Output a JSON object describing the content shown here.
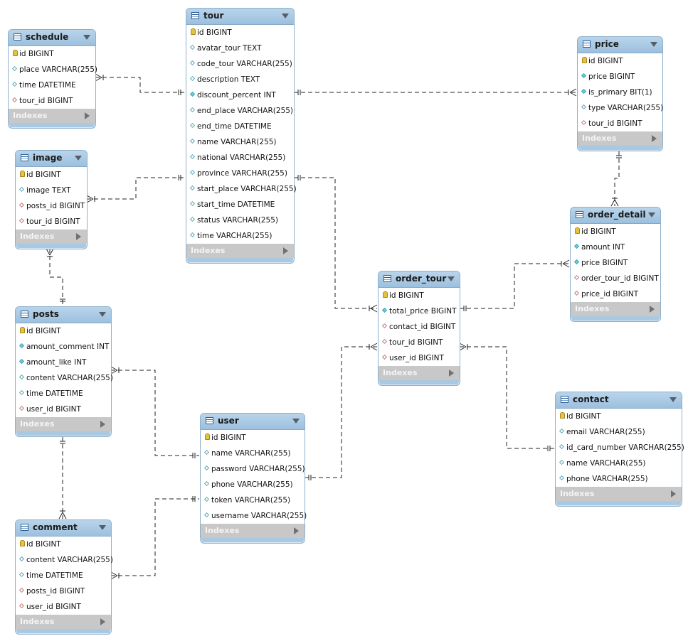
{
  "tables": [
    {
      "id": "schedule",
      "name": "schedule",
      "indexes_label": "Indexes",
      "columns": [
        {
          "text": "id BIGINT",
          "kind": "pk"
        },
        {
          "text": "place VARCHAR(255)",
          "kind": "col"
        },
        {
          "text": "time DATETIME",
          "kind": "col"
        },
        {
          "text": "tour_id BIGINT",
          "kind": "fk"
        }
      ]
    },
    {
      "id": "tour",
      "name": "tour",
      "indexes_label": "Indexes",
      "columns": [
        {
          "text": "id BIGINT",
          "kind": "pk"
        },
        {
          "text": "avatar_tour TEXT",
          "kind": "col"
        },
        {
          "text": "code_tour VARCHAR(255)",
          "kind": "col"
        },
        {
          "text": "description TEXT",
          "kind": "col"
        },
        {
          "text": "discount_percent INT",
          "kind": "nn"
        },
        {
          "text": "end_place VARCHAR(255)",
          "kind": "col"
        },
        {
          "text": "end_time DATETIME",
          "kind": "col"
        },
        {
          "text": "name VARCHAR(255)",
          "kind": "col"
        },
        {
          "text": "national VARCHAR(255)",
          "kind": "col"
        },
        {
          "text": "province VARCHAR(255)",
          "kind": "col"
        },
        {
          "text": "start_place VARCHAR(255)",
          "kind": "col"
        },
        {
          "text": "start_time DATETIME",
          "kind": "col"
        },
        {
          "text": "status VARCHAR(255)",
          "kind": "col"
        },
        {
          "text": "time VARCHAR(255)",
          "kind": "col"
        }
      ]
    },
    {
      "id": "price",
      "name": "price",
      "indexes_label": "Indexes",
      "columns": [
        {
          "text": "id BIGINT",
          "kind": "pk"
        },
        {
          "text": "price BIGINT",
          "kind": "nn"
        },
        {
          "text": "is_primary BIT(1)",
          "kind": "nn"
        },
        {
          "text": "type VARCHAR(255)",
          "kind": "col"
        },
        {
          "text": "tour_id BIGINT",
          "kind": "fk"
        }
      ]
    },
    {
      "id": "image",
      "name": "image",
      "indexes_label": "Indexes",
      "columns": [
        {
          "text": "id BIGINT",
          "kind": "pk"
        },
        {
          "text": "image TEXT",
          "kind": "col"
        },
        {
          "text": "posts_id BIGINT",
          "kind": "fk"
        },
        {
          "text": "tour_id BIGINT",
          "kind": "fk"
        }
      ]
    },
    {
      "id": "order_detail",
      "name": "order_detail",
      "indexes_label": "Indexes",
      "columns": [
        {
          "text": "id BIGINT",
          "kind": "pk"
        },
        {
          "text": "amount INT",
          "kind": "nn"
        },
        {
          "text": "price BIGINT",
          "kind": "nn"
        },
        {
          "text": "order_tour_id BIGINT",
          "kind": "fk"
        },
        {
          "text": "price_id BIGINT",
          "kind": "fk"
        }
      ]
    },
    {
      "id": "order_tour",
      "name": "order_tour",
      "indexes_label": "Indexes",
      "columns": [
        {
          "text": "id BIGINT",
          "kind": "pk"
        },
        {
          "text": "total_price BIGINT",
          "kind": "nn"
        },
        {
          "text": "contact_id BIGINT",
          "kind": "fk"
        },
        {
          "text": "tour_id BIGINT",
          "kind": "fk"
        },
        {
          "text": "user_id BIGINT",
          "kind": "fk"
        }
      ]
    },
    {
      "id": "posts",
      "name": "posts",
      "indexes_label": "Indexes",
      "columns": [
        {
          "text": "id BIGINT",
          "kind": "pk"
        },
        {
          "text": "amount_comment INT",
          "kind": "nn"
        },
        {
          "text": "amount_like INT",
          "kind": "nn"
        },
        {
          "text": "content VARCHAR(255)",
          "kind": "col"
        },
        {
          "text": "time DATETIME",
          "kind": "col"
        },
        {
          "text": "user_id BIGINT",
          "kind": "fk"
        }
      ]
    },
    {
      "id": "user",
      "name": "user",
      "indexes_label": "Indexes",
      "columns": [
        {
          "text": "id BIGINT",
          "kind": "pk"
        },
        {
          "text": "name VARCHAR(255)",
          "kind": "col"
        },
        {
          "text": "password VARCHAR(255)",
          "kind": "col"
        },
        {
          "text": "phone VARCHAR(255)",
          "kind": "col"
        },
        {
          "text": "token VARCHAR(255)",
          "kind": "col"
        },
        {
          "text": "username VARCHAR(255)",
          "kind": "col"
        }
      ]
    },
    {
      "id": "contact",
      "name": "contact",
      "indexes_label": "Indexes",
      "columns": [
        {
          "text": "id BIGINT",
          "kind": "pk"
        },
        {
          "text": "email VARCHAR(255)",
          "kind": "col"
        },
        {
          "text": "id_card_number VARCHAR(255)",
          "kind": "col"
        },
        {
          "text": "name VARCHAR(255)",
          "kind": "col"
        },
        {
          "text": "phone VARCHAR(255)",
          "kind": "col"
        }
      ]
    },
    {
      "id": "comment",
      "name": "comment",
      "indexes_label": "Indexes",
      "columns": [
        {
          "text": "id BIGINT",
          "kind": "pk"
        },
        {
          "text": "content VARCHAR(255)",
          "kind": "col"
        },
        {
          "text": "time DATETIME",
          "kind": "col"
        },
        {
          "text": "posts_id BIGINT",
          "kind": "fk"
        },
        {
          "text": "user_id BIGINT",
          "kind": "fk"
        }
      ]
    }
  ],
  "relationships": [
    {
      "id": "schedule-tour",
      "from": "schedule",
      "to": "tour",
      "from_end": "many",
      "to_end": "one"
    },
    {
      "id": "tour-price",
      "from": "tour",
      "to": "price",
      "from_end": "one",
      "to_end": "many"
    },
    {
      "id": "image-tour",
      "from": "image",
      "to": "tour",
      "from_end": "many",
      "to_end": "one"
    },
    {
      "id": "tour-order_tour",
      "from": "tour",
      "to": "order_tour",
      "from_end": "one",
      "to_end": "many"
    },
    {
      "id": "price-order_detail",
      "from": "price",
      "to": "order_detail",
      "from_end": "one",
      "to_end": "many"
    },
    {
      "id": "order_tour-order_detail",
      "from": "order_tour",
      "to": "order_detail",
      "from_end": "one",
      "to_end": "many"
    },
    {
      "id": "image-posts",
      "from": "image",
      "to": "posts",
      "from_end": "many",
      "to_end": "one"
    },
    {
      "id": "posts-user",
      "from": "posts",
      "to": "user",
      "from_end": "many",
      "to_end": "one"
    },
    {
      "id": "user-order_tour",
      "from": "user",
      "to": "order_tour",
      "from_end": "one",
      "to_end": "many"
    },
    {
      "id": "order_tour-contact",
      "from": "order_tour",
      "to": "contact",
      "from_end": "many",
      "to_end": "one"
    },
    {
      "id": "posts-comment",
      "from": "posts",
      "to": "comment",
      "from_end": "one",
      "to_end": "many"
    },
    {
      "id": "comment-user",
      "from": "comment",
      "to": "user",
      "from_end": "many",
      "to_end": "one"
    }
  ],
  "colors": {
    "header": "#a9c8e2",
    "border": "#8eb0cc",
    "indexes_bar": "#c8c8c8",
    "line": "#222222"
  }
}
